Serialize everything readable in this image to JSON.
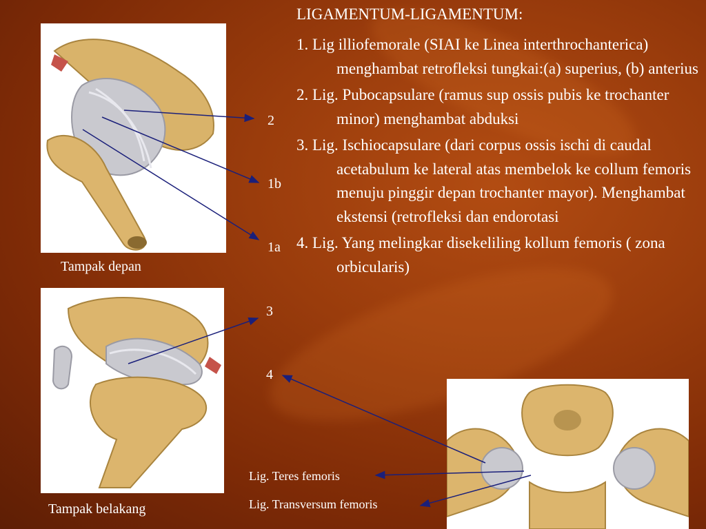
{
  "heading": "LIGAMENTUM-LIGAMENTUM:",
  "items": [
    "1. Lig illiofemorale (SIAI ke Linea interthrochanterica) menghambat retrofleksi tungkai:(a) superius, (b) anterius",
    "2. Lig. Pubocapsulare (ramus sup ossis pubis ke trochanter minor) menghambat  abduksi",
    "3. Lig. Ischiocapsulare (dari corpus ossis ischi di caudal acetabulum ke lateral atas membelok ke collum femoris menuju pinggir depan trochanter mayor).       Menghambat ekstensi (retrofleksi dan endorotasi",
    "4. Lig. Yang melingkar disekeliling kollum femoris ( zona orbicularis)"
  ],
  "labels": {
    "n2": "2",
    "n1b": "1b",
    "n1a": "1a",
    "n3": "3",
    "n4": "4",
    "front_caption": "Tampak depan",
    "back_caption": "Tampak belakang",
    "teres": "Lig. Teres femoris",
    "transversum": "Lig. Transversum femoris"
  },
  "colors": {
    "background": "#9a3c0c",
    "arrow": "#1a1f7a",
    "text": "#ffffff"
  }
}
